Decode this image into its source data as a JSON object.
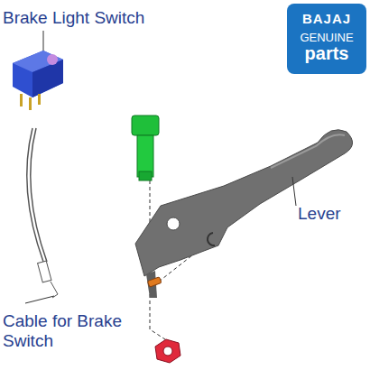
{
  "diagram": {
    "nodes": [
      {
        "text": [
          "BAJAJ",
          "GENUINE",
          "parts"
        ]
      }
    ],
    "labels": [
      "Brake Light Switch",
      "Lever",
      "Cable for Brake Switch"
    ]
  }
}
